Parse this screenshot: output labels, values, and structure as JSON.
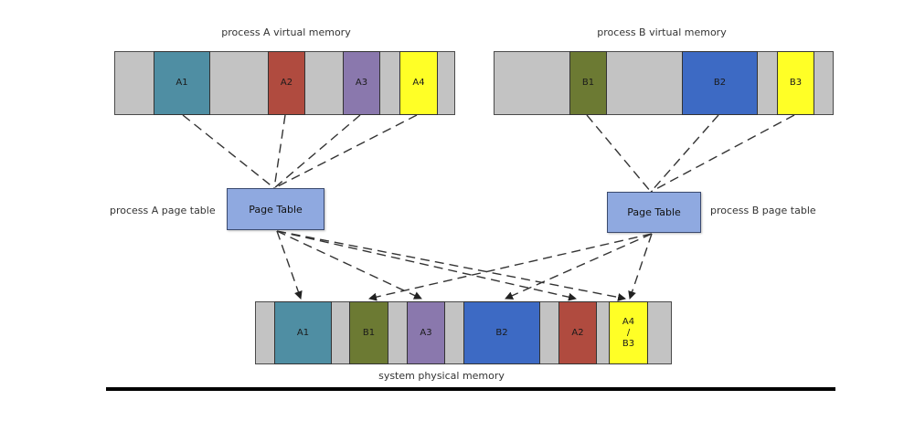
{
  "process_a": {
    "virtual_title": "process A virtual memory",
    "page_table_caption": "process A page table",
    "page_table_label": "Page Table",
    "pages": [
      {
        "id": "a1",
        "label": "A1",
        "color": "#4f8ea3"
      },
      {
        "id": "a2",
        "label": "A2",
        "color": "#b04b3f"
      },
      {
        "id": "a3",
        "label": "A3",
        "color": "#8a78ad"
      },
      {
        "id": "a4",
        "label": "A4",
        "color": "#ffff26"
      }
    ]
  },
  "process_b": {
    "virtual_title": "process B virtual memory",
    "page_table_caption": "process B page table",
    "page_table_label": "Page Table",
    "pages": [
      {
        "id": "b1",
        "label": "B1",
        "color": "#6c7a33"
      },
      {
        "id": "b2",
        "label": "B2",
        "color": "#3d6ac4"
      },
      {
        "id": "b3",
        "label": "B3",
        "color": "#ffff26"
      }
    ]
  },
  "physical": {
    "caption": "system physical memory",
    "frames": [
      {
        "id": "a1",
        "label": "A1",
        "color": "#4f8ea3"
      },
      {
        "id": "b1",
        "label": "B1",
        "color": "#6c7a33"
      },
      {
        "id": "a3",
        "label": "A3",
        "color": "#8a78ad"
      },
      {
        "id": "b2",
        "label": "B2",
        "color": "#3d6ac4"
      },
      {
        "id": "a2",
        "label": "A2",
        "color": "#b04b3f"
      },
      {
        "id": "a4b3",
        "label_top": "A4",
        "label_mid": "/",
        "label_bot": "B3",
        "color": "#ffff26"
      }
    ]
  },
  "colors": {
    "empty": "#c3c3c3",
    "page_table": "#8fa9e0",
    "line": "#333333"
  }
}
